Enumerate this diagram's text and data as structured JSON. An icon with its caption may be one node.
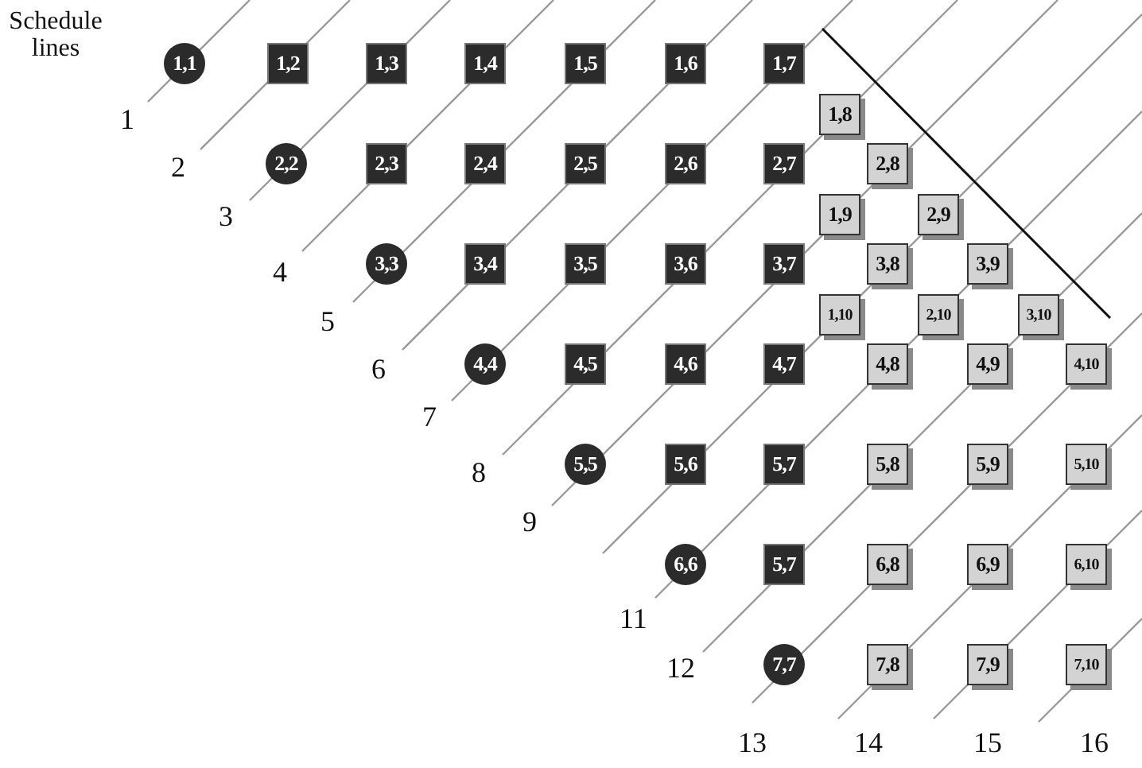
{
  "diagram": {
    "nodes": [
      {
        "text": [
          "1,1"
        ]
      },
      {
        "text": [
          "1,2"
        ]
      },
      {
        "text": [
          "1,3"
        ]
      },
      {
        "text": [
          "1,4"
        ]
      },
      {
        "text": [
          "1,5"
        ]
      },
      {
        "text": [
          "1,6"
        ]
      },
      {
        "text": [
          "1,7"
        ]
      },
      {
        "text": [
          "1,8"
        ]
      },
      {
        "text": [
          "2,2"
        ]
      },
      {
        "text": [
          "2,3"
        ]
      },
      {
        "text": [
          "2,4"
        ]
      },
      {
        "text": [
          "2,5"
        ]
      },
      {
        "text": [
          "2,6"
        ]
      },
      {
        "text": [
          "2,7"
        ]
      },
      {
        "text": [
          "2,8"
        ]
      },
      {
        "text": [
          "1,9"
        ]
      },
      {
        "text": [
          "2,9"
        ]
      },
      {
        "text": [
          "3,3"
        ]
      },
      {
        "text": [
          "3,4"
        ]
      },
      {
        "text": [
          "3,5"
        ]
      },
      {
        "text": [
          "3,6"
        ]
      },
      {
        "text": [
          "3,7"
        ]
      },
      {
        "text": [
          "3,8"
        ]
      },
      {
        "text": [
          "3,9"
        ]
      },
      {
        "text": [
          "1,10"
        ]
      },
      {
        "text": [
          "2,10"
        ]
      },
      {
        "text": [
          "3,10"
        ]
      },
      {
        "text": [
          "4,4"
        ]
      },
      {
        "text": [
          "4,5"
        ]
      },
      {
        "text": [
          "4,6"
        ]
      },
      {
        "text": [
          "4,7"
        ]
      },
      {
        "text": [
          "4,8"
        ]
      },
      {
        "text": [
          "4,9"
        ]
      },
      {
        "text": [
          "4,10"
        ]
      },
      {
        "text": [
          "5,5"
        ]
      },
      {
        "text": [
          "5,6"
        ]
      },
      {
        "text": [
          "5,7"
        ]
      },
      {
        "text": [
          "5,8"
        ]
      },
      {
        "text": [
          "5,9"
        ]
      },
      {
        "text": [
          "5,10"
        ]
      },
      {
        "text": [
          "6,6"
        ]
      },
      {
        "text": [
          "5,7"
        ]
      },
      {
        "text": [
          "6,8"
        ]
      },
      {
        "text": [
          "6,9"
        ]
      },
      {
        "text": [
          "6,10"
        ]
      },
      {
        "text": [
          "7,7"
        ]
      },
      {
        "text": [
          "7,8"
        ]
      },
      {
        "text": [
          "7,9"
        ]
      },
      {
        "text": [
          "7,10"
        ]
      }
    ],
    "edges": [],
    "labels": [
      "Schedule lines",
      "1",
      "2",
      "3",
      "4",
      "5",
      "6",
      "7",
      "8",
      "9",
      "11",
      "12",
      "13",
      "14",
      "15",
      "16"
    ]
  }
}
